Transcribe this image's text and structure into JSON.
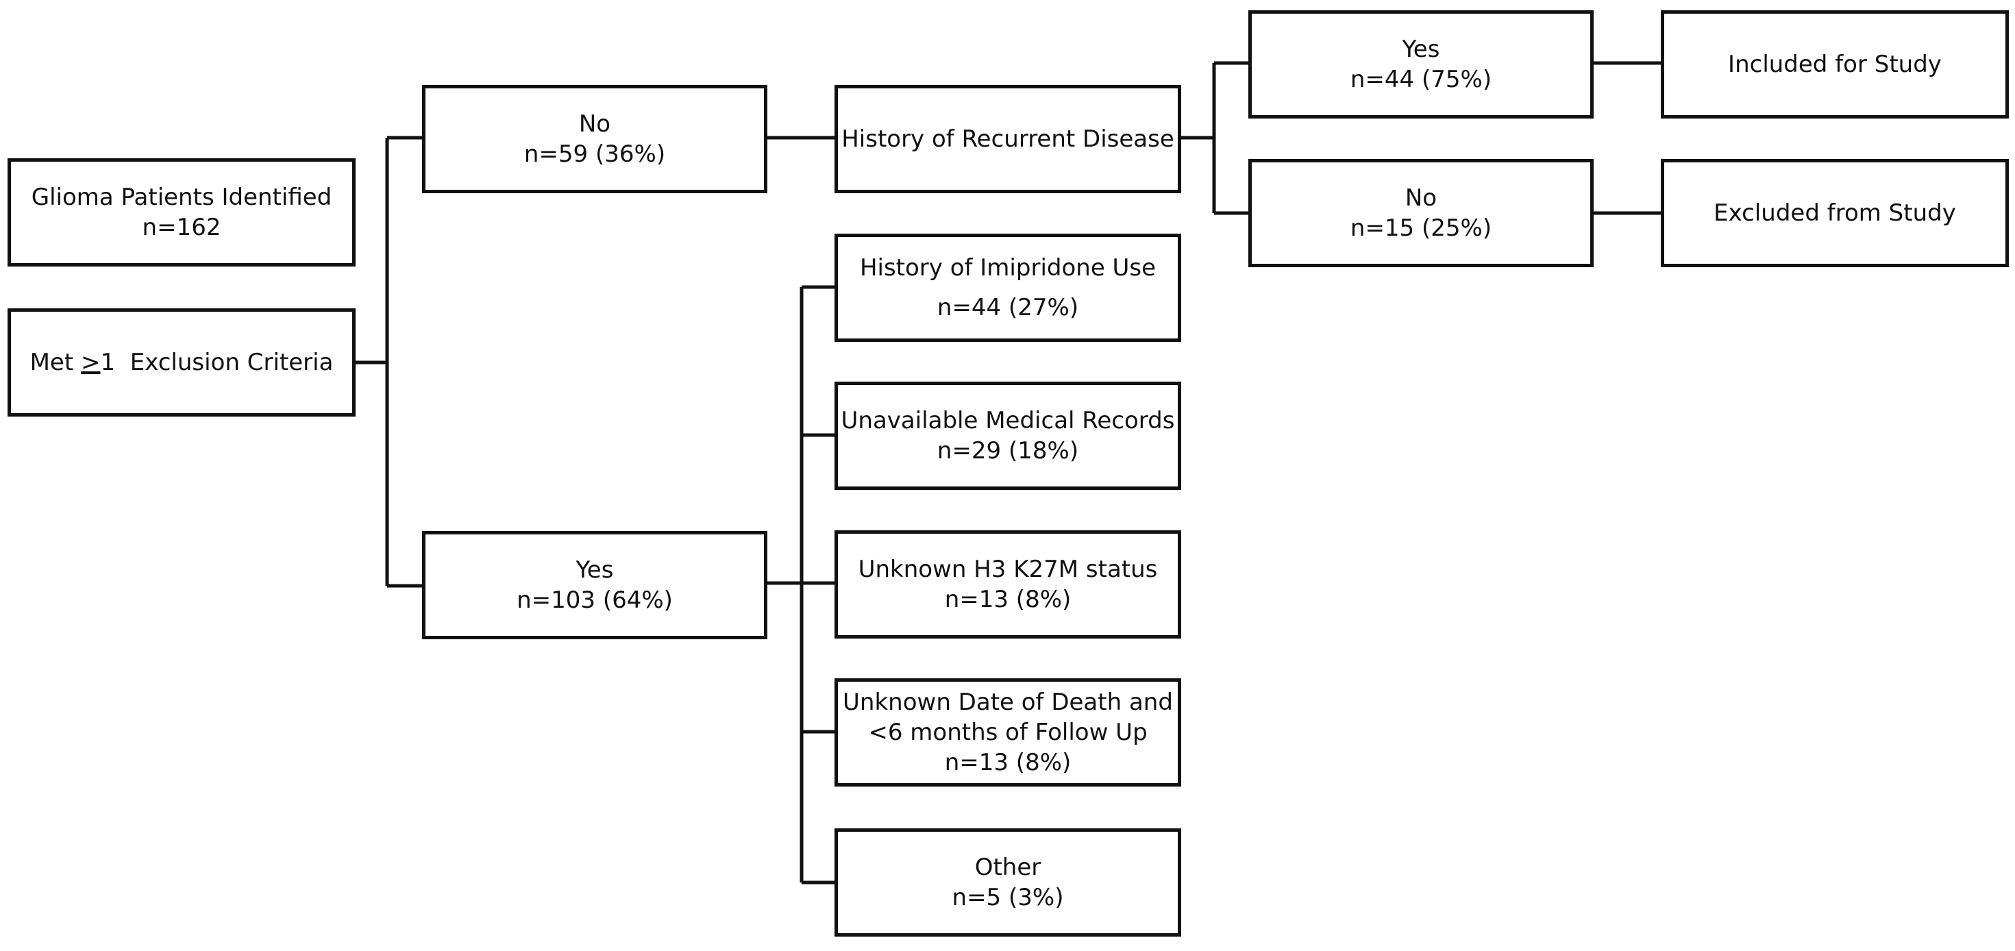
{
  "nodes": {
    "glioma": {
      "line1": "Glioma Patients Identified",
      "line2": "n=162"
    },
    "exclusion": {
      "prefix": "Met ",
      "symbol": ">",
      "suffix": "1  Exclusion Criteria"
    },
    "no_main": {
      "line1": "No",
      "line2": "n=59 (36%)"
    },
    "yes_main": {
      "line1": "Yes",
      "line2": "n=103 (64%)"
    },
    "recurrent": {
      "line1": "History of Recurrent Disease"
    },
    "imipridone": {
      "line1": "History of Imipridone Use",
      "line2": "n=44 (27%)"
    },
    "medical_records": {
      "line1": "Unavailable Medical Records",
      "line2": "n=29 (18%)"
    },
    "h3k27m": {
      "line1": "Unknown H3 K27M status",
      "line2": "n=13 (8%)"
    },
    "death_date": {
      "line1": "Unknown Date of Death and",
      "line2": "<6 months of Follow Up",
      "line3": "n=13 (8%)"
    },
    "other": {
      "line1": "Other",
      "line2": "n=5 (3%)"
    },
    "yes_recurrent": {
      "line1": "Yes",
      "line2": "n=44 (75%)"
    },
    "no_recurrent": {
      "line1": "No",
      "line2": "n=15 (25%)"
    },
    "included": {
      "line1": "Included for Study"
    },
    "excluded": {
      "line1": "Excluded from Study"
    }
  },
  "colors": {
    "stroke": "#111111",
    "background": "#ffffff"
  }
}
